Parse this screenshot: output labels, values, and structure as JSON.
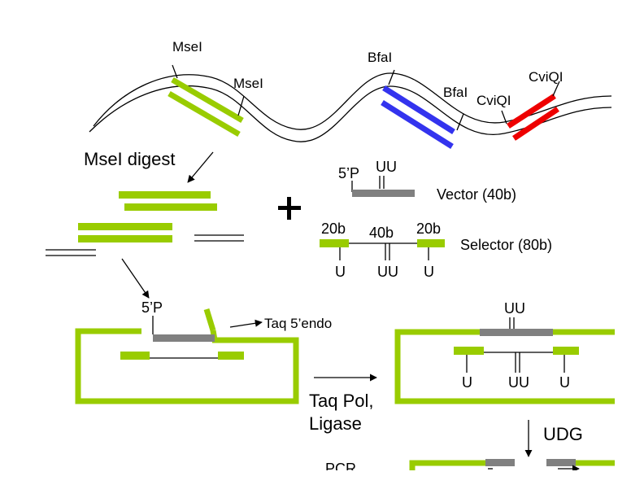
{
  "colors": {
    "green": "#99cc00",
    "blue": "#3333ee",
    "red": "#ee0000",
    "gray": "#808080",
    "line": "#000000"
  },
  "top": {
    "msei_1": "MseI",
    "msei_2": "MseI",
    "bfai_1": "BfaI",
    "bfai_2": "BfaI",
    "cviqi_1": "CviQI",
    "cviqi_2": "CviQI",
    "digest_label": "MseI digest"
  },
  "vector": {
    "five_p": "5’P",
    "uu": "UU",
    "label": "Vector (40b)"
  },
  "selector": {
    "left_len": "20b",
    "mid_len": "40b",
    "right_len": "20b",
    "label": "Selector (80b)",
    "u_left": "U",
    "uu_mid": "UU",
    "u_right": "U"
  },
  "step1": {
    "five_p": "5’P",
    "taq_endo": "Taq 5’endo"
  },
  "step2": {
    "taq_pol": "Taq Pol,",
    "ligase": "Ligase",
    "uu_top": "UU",
    "u_left": "U",
    "uu_mid": "UU",
    "u_right": "U"
  },
  "step3": {
    "udg": "UDG",
    "pcr": "PCR"
  }
}
